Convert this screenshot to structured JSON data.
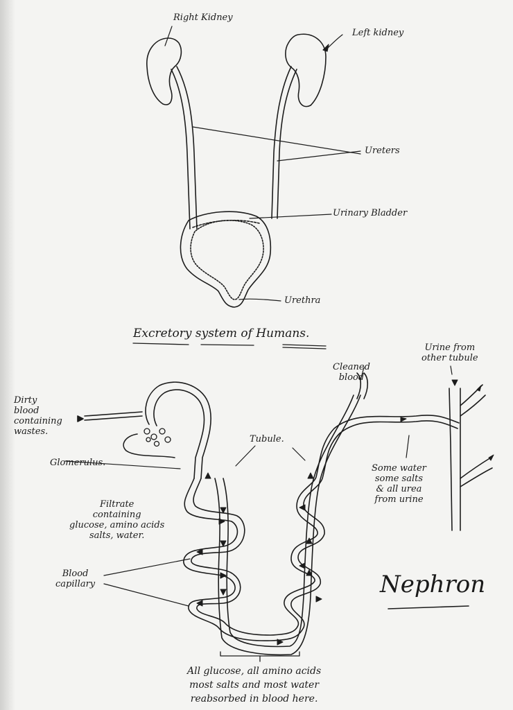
{
  "excretory": {
    "right_kidney": "Right Kidney",
    "left_kidney": "Left kidney",
    "ureters": "Ureters",
    "urinary_bladder": "Urinary Bladder",
    "urethra": "Urethra",
    "title": "Excretory system of Humans."
  },
  "nephron": {
    "urine_from_other_tubules": "Urine from\nother tubule",
    "cleaned_blood": "Cleaned\nblood",
    "dirty_blood": "Dirty\nblood\ncontaining\nwastes.",
    "tubule": "Tubule.",
    "glomerulus": "Glomerulus.",
    "some_water": "Some water\nsome salts\n& all urea\nfrom urine",
    "filtrate": "Filtrate\ncontaining\nglucose, amino acids\nsalts, water.",
    "blood_capillary": "Blood\ncapillary",
    "title": "Nephron",
    "reabsorbed": "All glucose, all amino acids\nmost salts and most water\nreabsorbed in blood here."
  }
}
